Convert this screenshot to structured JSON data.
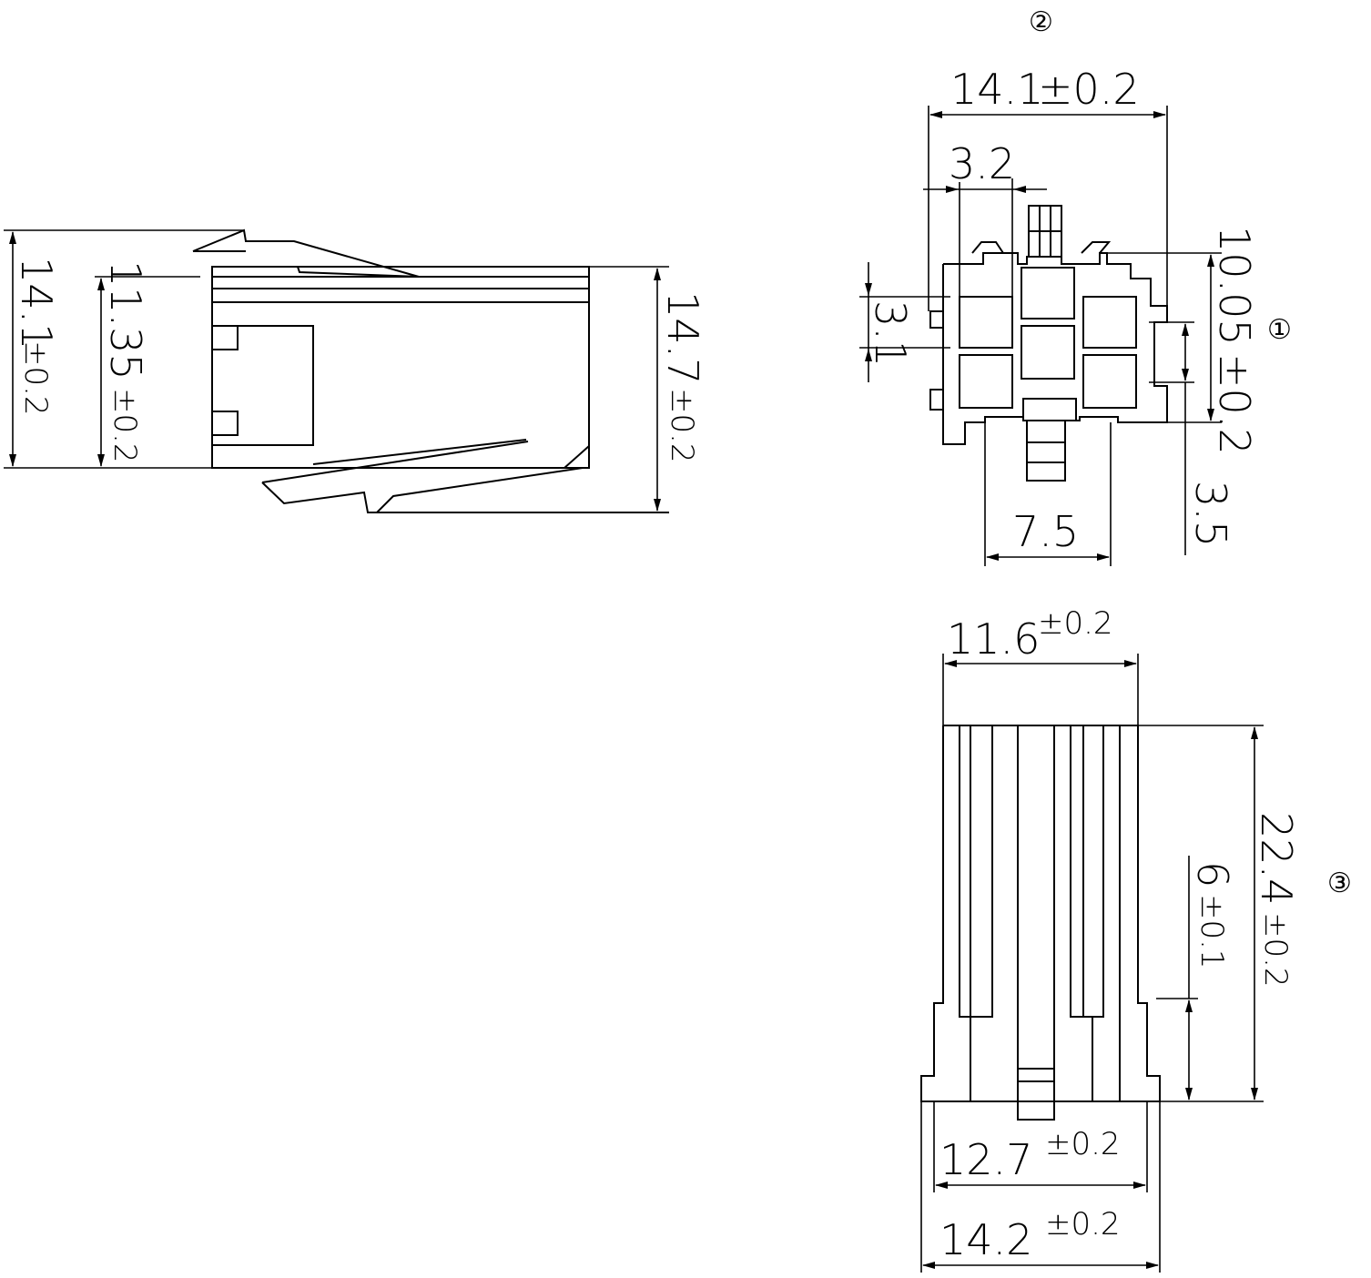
{
  "colors": {
    "line": "#000000",
    "background": "#ffffff"
  },
  "view_markers": {
    "front": "①",
    "top": "②",
    "side": "③"
  },
  "side_view": {
    "overall_height": "14.1",
    "body_height": "11.35",
    "latch_height": "14.7",
    "tolerance": "±0.2"
  },
  "front_view": {
    "width": "14.1",
    "width_tol": "±0.2",
    "pitch_horizontal": "3.2",
    "cavity_pitch_vertical": "3.1",
    "height": "10.05",
    "height_tol": "±0.2",
    "latch_offset": "3.5",
    "peg_spacing": "7.5"
  },
  "bottom_view": {
    "top_width": "11.6",
    "top_width_tol": "±0.2",
    "overall_length": "22.4",
    "overall_length_tol": "±0.2",
    "slot_length": "6",
    "slot_length_tol": "±0.1",
    "flange_width": "12.7",
    "flange_width_tol": "±0.2",
    "base_width": "14.2",
    "base_width_tol": "±0.2"
  }
}
